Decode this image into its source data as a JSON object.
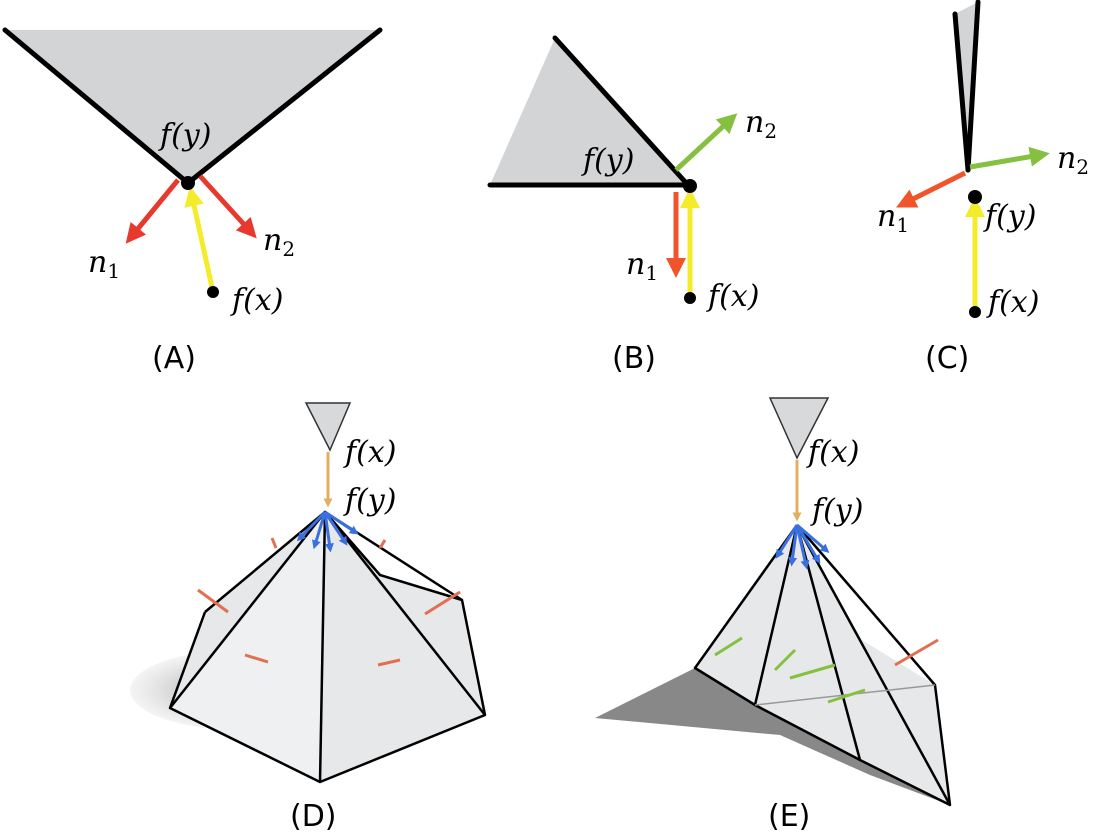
{
  "labels": {
    "fy": "f(y)",
    "fx": "f(x)",
    "n": "n",
    "one": "1",
    "two": "2"
  },
  "captions": {
    "A": "(A)",
    "B": "(B)",
    "C": "(C)",
    "D": "(D)",
    "E": "(E)"
  },
  "colors": {
    "red": "#e8392e",
    "orange": "#f0542a",
    "yellow": "#f4ec2a",
    "green": "#86c040",
    "blue": "#3a6fe0",
    "tan": "#e0b060",
    "face": "#d3d4d6"
  }
}
